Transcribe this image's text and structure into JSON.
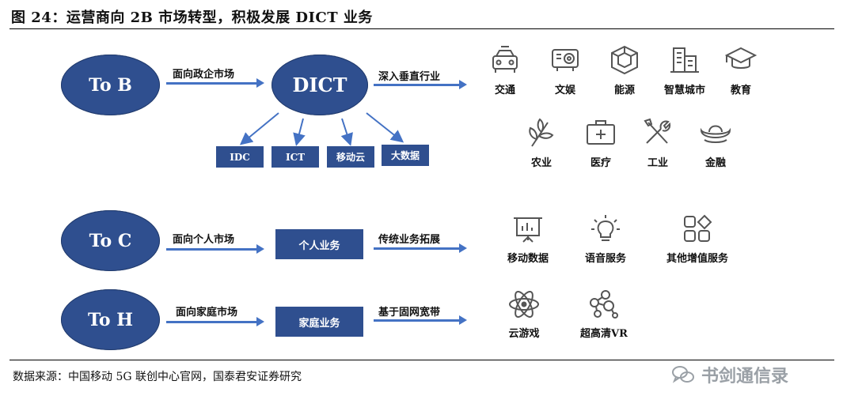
{
  "title": "图 24：运营商向 2B 市场转型，积极发展 DICT 业务",
  "nodes": {
    "tob": "To B",
    "toc": "To C",
    "toh": "To H",
    "dict": "DICT",
    "personal": "个人业务",
    "home": "家庭业务"
  },
  "edges": {
    "tob_dict": "面向政企市场",
    "dict_out": "深入垂直行业",
    "toc_personal": "面向个人市场",
    "personal_out": "传统业务拓展",
    "toh_home": "面向家庭市场",
    "home_out": "基于固网宽带"
  },
  "dict_children": [
    "IDC",
    "ICT",
    "移动云",
    "大数据"
  ],
  "b_industries_row1": [
    {
      "label": "交通",
      "icon": "car-icon"
    },
    {
      "label": "文娱",
      "icon": "projector-icon"
    },
    {
      "label": "能源",
      "icon": "energy-cube-icon"
    },
    {
      "label": "智慧城市",
      "icon": "city-icon"
    },
    {
      "label": "教育",
      "icon": "graduation-cap-icon"
    }
  ],
  "b_industries_row2": [
    {
      "label": "农业",
      "icon": "leaf-icon"
    },
    {
      "label": "医疗",
      "icon": "medical-kit-icon"
    },
    {
      "label": "工业",
      "icon": "tools-icon"
    },
    {
      "label": "金融",
      "icon": "ingot-icon"
    }
  ],
  "c_services": [
    {
      "label": "移动数据",
      "icon": "presentation-icon"
    },
    {
      "label": "语音服务",
      "icon": "bulb-icon"
    },
    {
      "label": "其他增值服务",
      "icon": "grid-apps-icon"
    }
  ],
  "h_services": [
    {
      "label": "云游戏",
      "icon": "atom-icon"
    },
    {
      "label": "超高清VR",
      "icon": "molecule-icon"
    }
  ],
  "source": "数据来源：中国移动 5G 联创中心官网，国泰君安证券研究",
  "watermark": "书剑通信录",
  "colors": {
    "node": "#2f4f8f",
    "arrow": "#4472c4",
    "icon": "#555555"
  }
}
